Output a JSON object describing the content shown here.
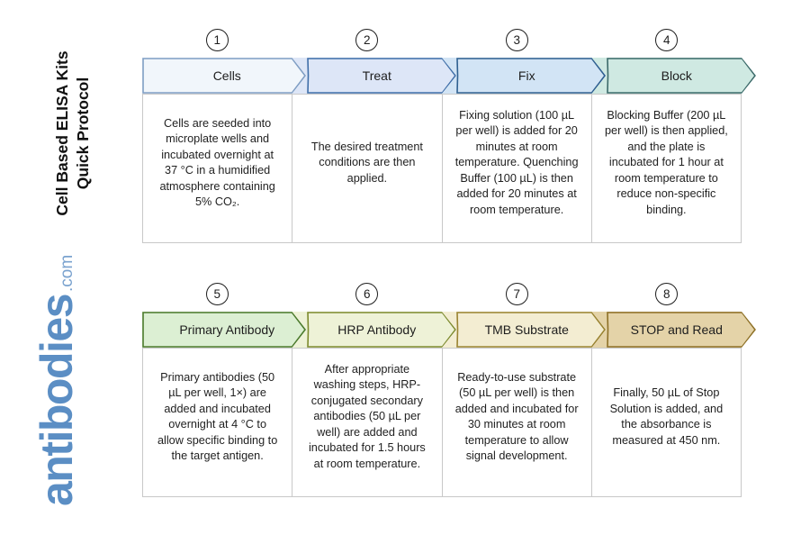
{
  "title": {
    "line1": "Cell Based ELISA Kits",
    "line2": "Quick Protocol"
  },
  "brand": {
    "word": "antibodies",
    "tld": ".com",
    "color": "#5b8ec4"
  },
  "rows": [
    {
      "id": "row-1",
      "steps": [
        {
          "number": "1",
          "label": "Cells",
          "fill": "#f1f6fb",
          "stroke": "#7f9ec4",
          "text": "Cells are seeded into microplate wells and incubated overnight at 37 °C in a humidified atmosphere containing 5% CO₂."
        },
        {
          "number": "2",
          "label": "Treat",
          "fill": "#dde6f7",
          "stroke": "#3f6ea8",
          "text": "The desired treatment conditions are then applied."
        },
        {
          "number": "3",
          "label": "Fix",
          "fill": "#d2e4f5",
          "stroke": "#2f6090",
          "text": "Fixing solution (100 µL per well) is added for 20 minutes at room temperature. Quenching Buffer (100 µL) is then added for 20 minutes at room temperature."
        },
        {
          "number": "4",
          "label": "Block",
          "fill": "#cfe9e2",
          "stroke": "#3c6a6a",
          "text": "Blocking Buffer (200 µL per well) is then applied, and the plate is incubated for 1 hour at room temperature to reduce non-specific binding."
        }
      ]
    },
    {
      "id": "row-2",
      "steps": [
        {
          "number": "5",
          "label": "Primary Antibody",
          "fill": "#dcefd3",
          "stroke": "#4c7a2c",
          "text": "Primary antibodies (50 µL per well, 1×) are added and incubated overnight at 4 °C to allow specific binding to the target antigen."
        },
        {
          "number": "6",
          "label": "HRP Antibody",
          "fill": "#eef2d7",
          "stroke": "#7d8a2e",
          "text": "After appropriate washing steps, HRP-conjugated secondary antibodies (50 µL per well) are added and incubated for 1.5 hours at room temperature."
        },
        {
          "number": "7",
          "label": "TMB Substrate",
          "fill": "#f3edd2",
          "stroke": "#9a8331",
          "text": "Ready-to-use substrate (50 µL per well) is then added and incubated for 30 minutes at room temperature to allow signal development."
        },
        {
          "number": "8",
          "label": "STOP and Read",
          "fill": "#e4d3a8",
          "stroke": "#8d7027",
          "text": "Finally, 50 µL of Stop Solution is added, and the absorbance is measured at 450 nm."
        }
      ]
    }
  ]
}
